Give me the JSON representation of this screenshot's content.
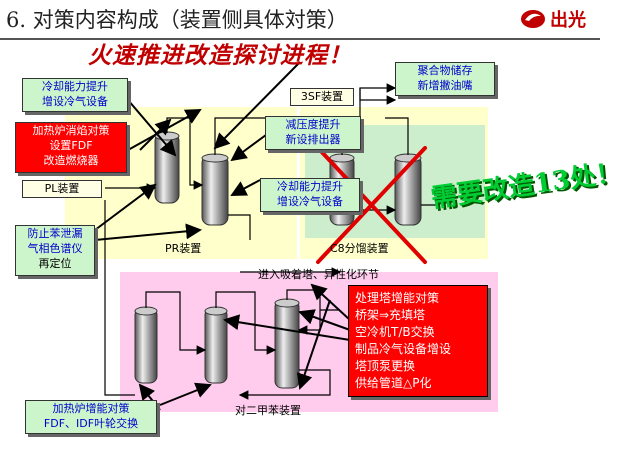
{
  "title": "6. 对策内容构成（装置侧具体対策）",
  "logo_text": "出光",
  "slogan": "火速推进改造探讨进程！",
  "callout": "需要改造13处！",
  "units": {
    "sf3": "3SF装置",
    "pl": "PL装置",
    "pr": "PR装置",
    "c8": "C8分馏装置",
    "px": "对二甲苯装置"
  },
  "flow_note": "进入吸着塔、异性化环节",
  "notes": {
    "cooling_top": [
      "冷却能力提升",
      "增设冷气设备"
    ],
    "heater_top": [
      "加热炉消焰对策",
      "设置FDF",
      "改造燃烧器"
    ],
    "polymer": [
      "聚合物储存",
      "新增撇油嘴"
    ],
    "vacuum": [
      "减压度提升",
      "新设排出器"
    ],
    "cooling_mid": [
      "冷却能力提升",
      "增设冷气设备"
    ],
    "benzene": [
      "防止苯泄漏",
      "气相色谱仪",
      "再定位"
    ],
    "heater_bottom": [
      "加热炉增能对策",
      "FDF、IDF叶轮交换"
    ],
    "tower": [
      "处理塔增能对策",
      "桥架⇒充填塔",
      "空冷机T/B交换",
      "制品冷气设备增设",
      "塔顶泵更换",
      "供给管道△P化"
    ]
  }
}
